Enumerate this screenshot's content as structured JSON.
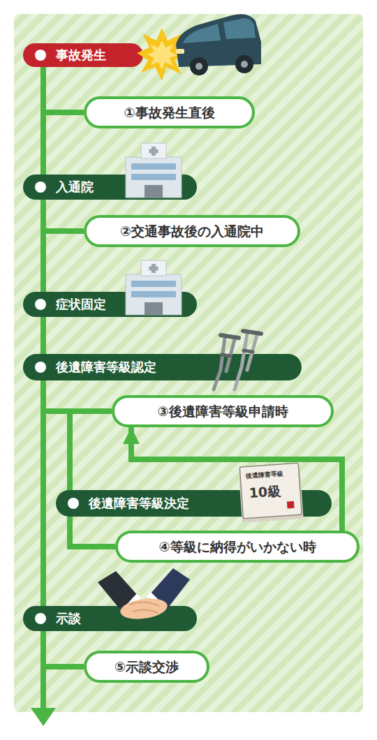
{
  "diagram": {
    "nodes": [
      {
        "text": [
          "事故発生"
        ]
      },
      {
        "text": [
          "①事故発生直後"
        ]
      },
      {
        "text": [
          "入通院"
        ]
      },
      {
        "text": [
          "②交通事故後の入通院中"
        ]
      },
      {
        "text": [
          "症状固定"
        ]
      },
      {
        "text": [
          "後遺障害等級認定"
        ]
      },
      {
        "text": [
          "③後遺障害等級申請時"
        ]
      },
      {
        "text": [
          "後遺障害等級決定"
        ]
      },
      {
        "text": [
          "④等級に納得がいかない時"
        ]
      },
      {
        "text": [
          "示談"
        ]
      },
      {
        "text": [
          "⑤示談交渉"
        ]
      }
    ],
    "edges": [
      {
        "from": 0,
        "to": 1,
        "arrow": "none"
      },
      {
        "from": 0,
        "to": 2,
        "arrow": "none"
      },
      {
        "from": 2,
        "to": 3,
        "arrow": "none"
      },
      {
        "from": 2,
        "to": 4,
        "arrow": "none"
      },
      {
        "from": 4,
        "to": 5,
        "arrow": "none"
      },
      {
        "from": 5,
        "to": 6,
        "arrow": "none"
      },
      {
        "from": 5,
        "to": 7,
        "arrow": "none"
      },
      {
        "from": 7,
        "to": 8,
        "arrow": "none"
      },
      {
        "from": 8,
        "to": 6,
        "arrow": "to"
      },
      {
        "from": 5,
        "to": 9,
        "arrow": "none"
      },
      {
        "from": 9,
        "to": 10,
        "arrow": "none"
      }
    ],
    "labels": [
      "後遺障害等級",
      "10級"
    ]
  }
}
